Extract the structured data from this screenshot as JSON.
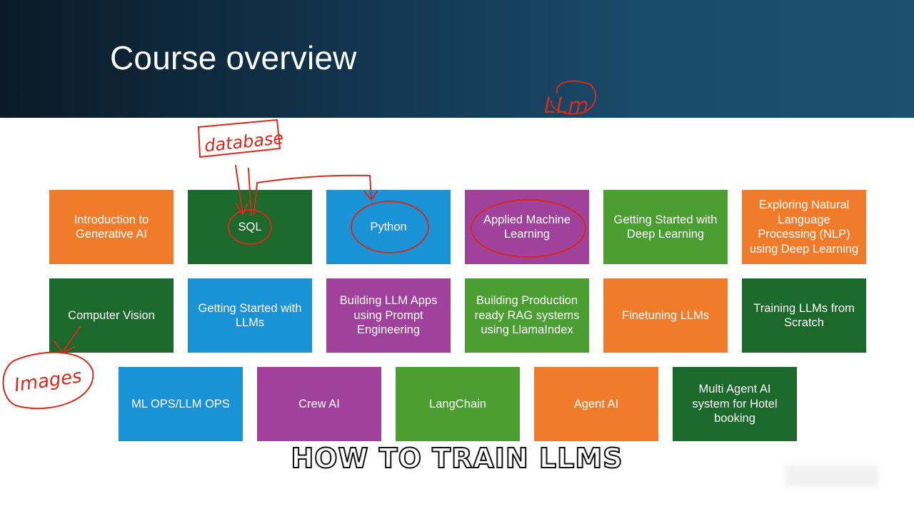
{
  "header": {
    "title": "Course overview"
  },
  "colors": {
    "orange": "#f07b2a",
    "dark_green": "#1b6a2c",
    "blue": "#1a93d6",
    "purple": "#a0419b",
    "green": "#4a9e32",
    "annotation_red": "#d42a1e"
  },
  "modules": [
    {
      "label": "Introduction to\nGenerative AI",
      "color": "#f07b2a"
    },
    {
      "label": "SQL",
      "color": "#1b6a2c"
    },
    {
      "label": "Python",
      "color": "#1a93d6"
    },
    {
      "label": "Applied Machine\nLearning",
      "color": "#a0419b"
    },
    {
      "label": "Getting Started with\nDeep Learning",
      "color": "#4a9e32"
    },
    {
      "label": "Exploring Natural\nLanguage\nProcessing (NLP)\nusing Deep Learning",
      "color": "#f07b2a"
    },
    {
      "label": "Computer Vision",
      "color": "#1b6a2c"
    },
    {
      "label": "Getting Started with\nLLMs",
      "color": "#1a93d6"
    },
    {
      "label": "Building LLM Apps\nusing Prompt\nEngineering",
      "color": "#a0419b"
    },
    {
      "label": "Building Production\nready RAG systems\nusing LlamaIndex",
      "color": "#4a9e32"
    },
    {
      "label": "Finetuning LLMs",
      "color": "#f07b2a"
    },
    {
      "label": "Training LLMs from\nScratch",
      "color": "#1b6a2c"
    },
    {
      "label": "ML OPS/LLM OPS",
      "color": "#1a93d6"
    },
    {
      "label": "Crew AI",
      "color": "#a0419b"
    },
    {
      "label": "LangChain",
      "color": "#4a9e32"
    },
    {
      "label": "Agent AI",
      "color": "#f07b2a"
    },
    {
      "label": "Multi Agent AI\nsystem for Hotel\nbooking",
      "color": "#1b6a2c"
    }
  ],
  "annotations": {
    "llm": "LLm",
    "database": "database",
    "images": "Images"
  },
  "caption": "HOW TO TRAIN LLMS"
}
